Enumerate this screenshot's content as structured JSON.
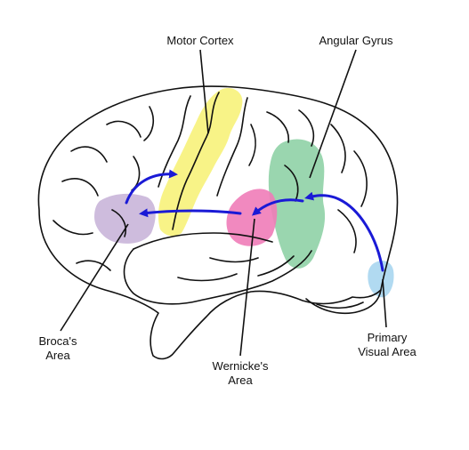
{
  "diagram": {
    "labels": {
      "motor_cortex": "Motor Cortex",
      "angular_gyrus": "Angular Gyrus",
      "broca_line1": "Broca's",
      "broca_line2": "Area",
      "wernicke_line1": "Wernicke's",
      "wernicke_line2": "Area",
      "visual_line1": "Primary",
      "visual_line2": "Visual Area"
    },
    "colors": {
      "motor_cortex": "#f7f27a",
      "angular_gyrus": "#8fd1a6",
      "broca": "#c9b5d9",
      "wernicke": "#f07cb8",
      "primary_visual": "#a9d6f0",
      "arrow": "#1a1ad6",
      "outline": "#111111"
    }
  }
}
